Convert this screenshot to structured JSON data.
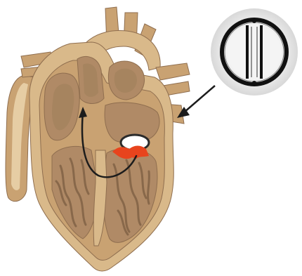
{
  "colors": {
    "background": "#ffffff",
    "heart_outer": "#d9b98a",
    "heart_mid": "#c9a272",
    "heart_dark": "#a6845f",
    "heart_shadow": "#8f6e4f",
    "chamber_fill": "#b08a66",
    "muscle_texture": "#7e5f44",
    "vessel_highlight": "#e6cda4",
    "valve_ring_fill": "#ffffff",
    "valve_ring_stroke": "#2b2b2b",
    "valve_leaflet": "#e8441d",
    "flow_arrow": "#1c1c1c",
    "prosthetic_halo": "#d8d8d8",
    "prosthetic_ring": "#111111",
    "prosthetic_strut": "#3a3a3a"
  },
  "icons": {
    "heart": "heart-cross-section-illustration",
    "valve": "prosthetic-mitral-valve-icon",
    "pointer": "pointer-arrow",
    "flow": "blood-flow-arrow"
  }
}
